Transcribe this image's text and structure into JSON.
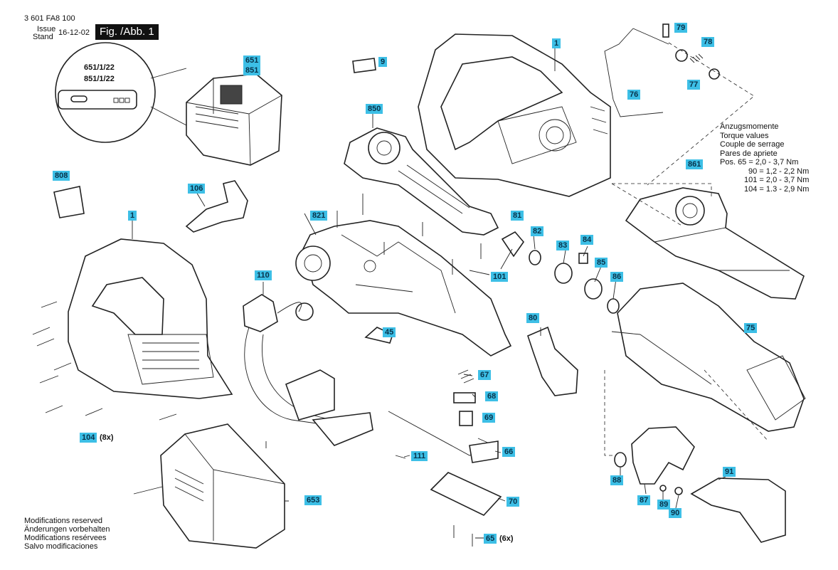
{
  "header": {
    "doc_number": "3 601 FA8 100",
    "issue_label": "Issue",
    "stand_label": "Stand",
    "date": "16-12-02",
    "fig_label": "Fig. /Abb. 1"
  },
  "battery_labels": {
    "line1": "651/1/22",
    "line2": "851/1/22"
  },
  "torque": {
    "title_lines": [
      "Anzugsmomente",
      "Torque values",
      "Couple de serrage",
      "Pares de apriete"
    ],
    "rows": [
      "Pos.  65 =  2,0 - 3,7 Nm",
      "90 =  1,2 - 2,2 Nm",
      "101 =  2,0 - 3,7 Nm",
      "104 =  1.3 - 2,9 Nm"
    ]
  },
  "footer": [
    "Modifications reserved",
    "Änderungen vorbehalten",
    "Modifications resérvees",
    "Salvo modificaciones"
  ],
  "parts": {
    "p1a": "1",
    "p1b": "1",
    "p9": "9",
    "p45": "45",
    "p65": "65",
    "p65_count": "(6x)",
    "p66": "66",
    "p67": "67",
    "p68": "68",
    "p69": "69",
    "p70": "70",
    "p75": "75",
    "p76": "76",
    "p77": "77",
    "p78": "78",
    "p79": "79",
    "p80": "80",
    "p81": "81",
    "p82": "82",
    "p83": "83",
    "p84": "84",
    "p85": "85",
    "p86": "86",
    "p87": "87",
    "p88": "88",
    "p89": "89",
    "p90": "90",
    "p91": "91",
    "p101": "101",
    "p104": "104",
    "p104_count": "(8x)",
    "p106": "106",
    "p110": "110",
    "p111": "111",
    "p651": "651",
    "p851": "851",
    "p653": "653",
    "p808": "808",
    "p821": "821",
    "p850": "850",
    "p861": "861"
  }
}
